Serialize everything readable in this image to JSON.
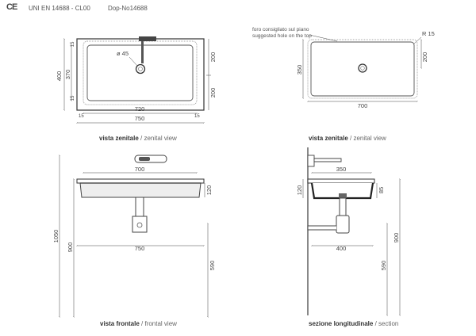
{
  "header": {
    "ce": "CE",
    "standard": "UNI EN 14688 - CL00",
    "code": "Dop-No14688"
  },
  "zenital_front": {
    "caption_bold": "vista zenitale",
    "caption_rest": " / zenital view",
    "dims": {
      "d45": "ø 45",
      "h400": "400",
      "h370": "370",
      "top15": "15",
      "bot15": "15",
      "r200a": "200",
      "r200b": "200",
      "w720": "720",
      "w750": "750",
      "l15": "15",
      "r15": "15"
    }
  },
  "zenital_side": {
    "caption_bold": "vista zenitale",
    "caption_rest": " / zenital view",
    "note_it": "foro consigliato sul piano",
    "note_en": "suggested hole on the top",
    "dims": {
      "r15": "R 15",
      "h350": "350",
      "r200": "200",
      "w700": "700"
    }
  },
  "frontal": {
    "caption_bold": "vista frontale",
    "caption_rest": " / frontal view",
    "dims": {
      "w700": "700",
      "h120": "120",
      "h1050": "1050",
      "h900": "900",
      "w750": "750",
      "h590": "590"
    }
  },
  "section": {
    "caption_bold": "sezione longitudinale",
    "caption_rest": " / section",
    "dims": {
      "w350": "350",
      "h120": "120",
      "h85": "85",
      "w400": "400",
      "h900": "900",
      "h590": "590"
    }
  }
}
